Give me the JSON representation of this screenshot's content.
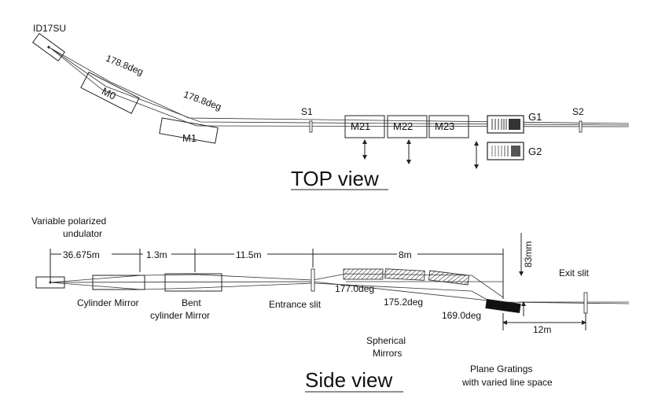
{
  "top_view": {
    "title": "TOP view",
    "source_label": "ID17SU",
    "angle_1": "178.8deg",
    "angle_2": "178.8deg",
    "mirror_m0": "M0",
    "mirror_m1": "M1",
    "slit_s1": "S1",
    "mirror_m21": "M21",
    "mirror_m22": "M22",
    "mirror_m23": "M23",
    "grating_g1": "G1",
    "grating_g2": "G2",
    "slit_s2": "S2"
  },
  "side_view": {
    "title": "Side view",
    "undulator_label_1": "Variable polarized",
    "undulator_label_2": "undulator",
    "dist_1": "36.675m",
    "dist_2": "1.3m",
    "dist_3": "11.5m",
    "dist_4": "8m",
    "dist_5": "12m",
    "offset": "83mm",
    "cylinder_mirror": "Cylinder Mirror",
    "bent_1": "Bent",
    "bent_2": "cylinder Mirror",
    "entrance_slit": "Entrance slit",
    "angle_a": "177.0deg",
    "angle_b": "175.2deg",
    "angle_c": "169.0deg",
    "exit_slit": "Exit slit",
    "spherical_1": "Spherical",
    "spherical_2": "Mirrors",
    "gratings_1": "Plane Gratings",
    "gratings_2": "with varied line space"
  }
}
